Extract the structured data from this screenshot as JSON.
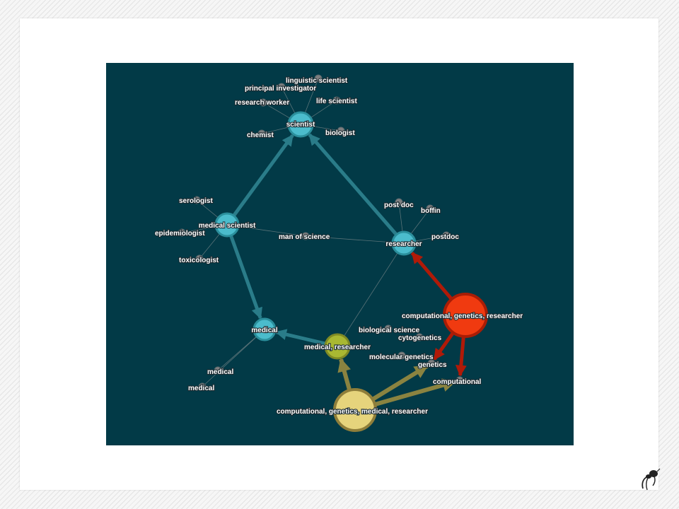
{
  "colors": {
    "background": "#023a47",
    "teal_node": "#4bbccc",
    "teal_edge": "#2a7c89",
    "red_node": "#f03a10",
    "red_edge": "#b01a08",
    "olive_node": "#a9b832",
    "olive_edge": "#8a8340",
    "sand_node": "#e6d47c",
    "leaf_node": "#7f7f80"
  },
  "nodes": [
    {
      "id": "scientist",
      "label": "scientist",
      "kind": "hub",
      "color": "teal"
    },
    {
      "id": "medical_scientist",
      "label": "medical scientist",
      "kind": "hub",
      "color": "teal"
    },
    {
      "id": "researcher",
      "label": "researcher",
      "kind": "hub",
      "color": "teal"
    },
    {
      "id": "medical",
      "label": "medical",
      "kind": "hub",
      "color": "teal"
    },
    {
      "id": "med_res",
      "label": "medical, researcher",
      "kind": "hub",
      "color": "olive"
    },
    {
      "id": "cgr",
      "label": "computational, genetics, researcher",
      "kind": "big",
      "color": "red"
    },
    {
      "id": "cgmr",
      "label": "computational, genetics, medical, researcher",
      "kind": "big",
      "color": "sand"
    },
    {
      "id": "linguistic_scientist",
      "label": "linguistic scientist",
      "kind": "leaf"
    },
    {
      "id": "principal_investigator",
      "label": "principal investigator",
      "kind": "leaf"
    },
    {
      "id": "research_worker",
      "label": "research worker",
      "kind": "leaf"
    },
    {
      "id": "life_scientist",
      "label": "life scientist",
      "kind": "leaf"
    },
    {
      "id": "chemist",
      "label": "chemist",
      "kind": "leaf"
    },
    {
      "id": "biologist",
      "label": "biologist",
      "kind": "leaf"
    },
    {
      "id": "serologist",
      "label": "serologist",
      "kind": "leaf"
    },
    {
      "id": "epidemiologist",
      "label": "epidemiologist",
      "kind": "leaf"
    },
    {
      "id": "toxicologist",
      "label": "toxicologist",
      "kind": "leaf"
    },
    {
      "id": "man_of_science",
      "label": "man of science",
      "kind": "leaf"
    },
    {
      "id": "post_doc",
      "label": "post doc",
      "kind": "leaf"
    },
    {
      "id": "boffin",
      "label": "boffin",
      "kind": "leaf"
    },
    {
      "id": "postdoc",
      "label": "postdoc",
      "kind": "leaf"
    },
    {
      "id": "biological_science",
      "label": "biological science",
      "kind": "leaf"
    },
    {
      "id": "cytogenetics",
      "label": "cytogenetics",
      "kind": "leaf"
    },
    {
      "id": "molecular_genetics",
      "label": "molecular genetics",
      "kind": "leaf"
    },
    {
      "id": "genetics",
      "label": "genetics",
      "kind": "leaf"
    },
    {
      "id": "computational",
      "label": "computational",
      "kind": "leaf"
    },
    {
      "id": "medical_a",
      "label": "medical",
      "kind": "leaf"
    },
    {
      "id": "medical_b",
      "label": "medical",
      "kind": "leaf"
    }
  ],
  "edges": [
    {
      "from": "medical_scientist",
      "to": "scientist",
      "type": "teal"
    },
    {
      "from": "researcher",
      "to": "scientist",
      "type": "teal"
    },
    {
      "from": "medical_scientist",
      "to": "medical",
      "type": "teal"
    },
    {
      "from": "med_res",
      "to": "medical",
      "type": "teal"
    },
    {
      "from": "cgr",
      "to": "researcher",
      "type": "red"
    },
    {
      "from": "cgr",
      "to": "genetics",
      "type": "red"
    },
    {
      "from": "cgr",
      "to": "computational",
      "type": "red"
    },
    {
      "from": "cgmr",
      "to": "med_res",
      "type": "olive"
    },
    {
      "from": "cgmr",
      "to": "genetics",
      "type": "olive"
    },
    {
      "from": "cgmr",
      "to": "computational",
      "type": "olive"
    },
    {
      "from": "scientist",
      "to": "linguistic_scientist",
      "type": "thin"
    },
    {
      "from": "scientist",
      "to": "principal_investigator",
      "type": "thin"
    },
    {
      "from": "scientist",
      "to": "research_worker",
      "type": "thin"
    },
    {
      "from": "scientist",
      "to": "life_scientist",
      "type": "thin"
    },
    {
      "from": "scientist",
      "to": "chemist",
      "type": "thin"
    },
    {
      "from": "scientist",
      "to": "biologist",
      "type": "thin"
    },
    {
      "from": "medical_scientist",
      "to": "serologist",
      "type": "thin"
    },
    {
      "from": "medical_scientist",
      "to": "epidemiologist",
      "type": "thin"
    },
    {
      "from": "medical_scientist",
      "to": "toxicologist",
      "type": "thin"
    },
    {
      "from": "medical_scientist",
      "to": "man_of_science",
      "type": "thin"
    },
    {
      "from": "researcher",
      "to": "man_of_science",
      "type": "thin"
    },
    {
      "from": "researcher",
      "to": "post_doc",
      "type": "thin"
    },
    {
      "from": "researcher",
      "to": "boffin",
      "type": "thin"
    },
    {
      "from": "researcher",
      "to": "postdoc",
      "type": "thin"
    },
    {
      "from": "researcher",
      "to": "med_res",
      "type": "thin"
    },
    {
      "from": "medical",
      "to": "medical_a",
      "type": "thin"
    },
    {
      "from": "medical",
      "to": "medical_b",
      "type": "thin"
    }
  ]
}
